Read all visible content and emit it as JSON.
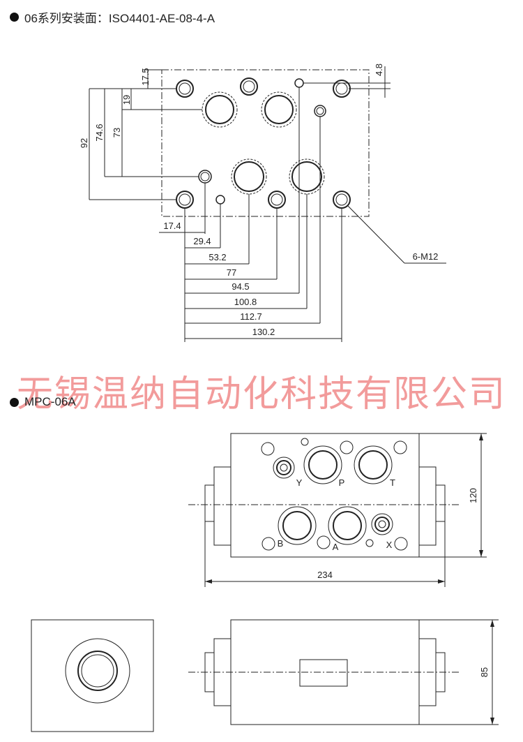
{
  "section1": {
    "title": "06系列安装面：ISO4401-AE-08-4-A"
  },
  "section2": {
    "title": "MPC-06A"
  },
  "watermark": {
    "text": "无锡温纳自动化科技有限公司"
  },
  "mounting": {
    "vertical_dims": [
      "17.5",
      "19",
      "73",
      "74.6",
      "92",
      "4.8"
    ],
    "horizontal_dims": [
      "17.4",
      "29.4",
      "53.2",
      "77",
      "94.5",
      "100.8",
      "112.7",
      "130.2"
    ],
    "callout": "6-M12"
  },
  "mpc": {
    "port_labels": [
      "Y",
      "P",
      "T",
      "B",
      "A",
      "X"
    ],
    "dim_height": "120",
    "dim_width": "234",
    "dim_side": "85"
  }
}
